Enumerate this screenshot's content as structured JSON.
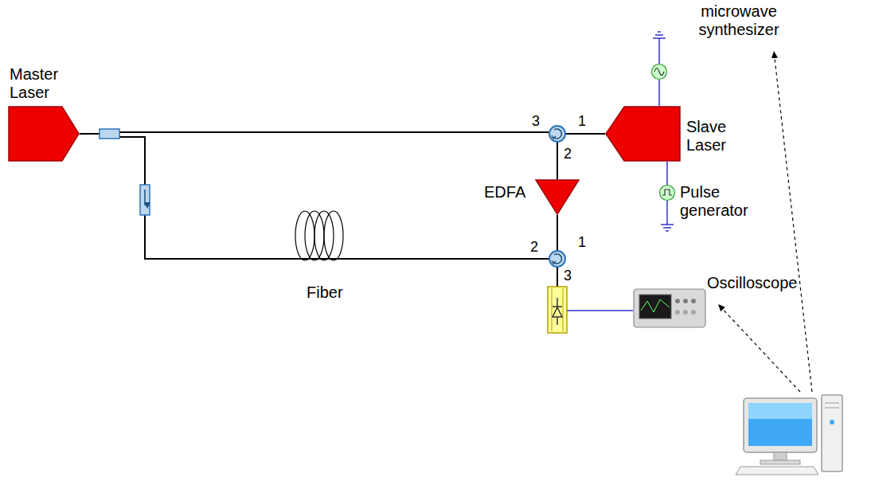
{
  "diagram": {
    "nodes": [
      {
        "text": [
          "Master Laser"
        ]
      },
      {
        "text": [
          "microwave synthesizer"
        ]
      },
      {
        "text": [
          "Slave Laser"
        ]
      },
      {
        "text": [
          "EDFA"
        ]
      },
      {
        "text": [
          "Pulse generator"
        ]
      },
      {
        "text": [
          "Fiber"
        ]
      },
      {
        "text": [
          "Oscilloscope"
        ]
      }
    ],
    "edges": [
      {
        "from": 1,
        "to": 2,
        "arrow": "none"
      },
      {
        "from": 2,
        "to": 4,
        "arrow": "none"
      }
    ],
    "labels": [
      "3",
      "1",
      "2",
      "1",
      "2",
      "3"
    ]
  }
}
